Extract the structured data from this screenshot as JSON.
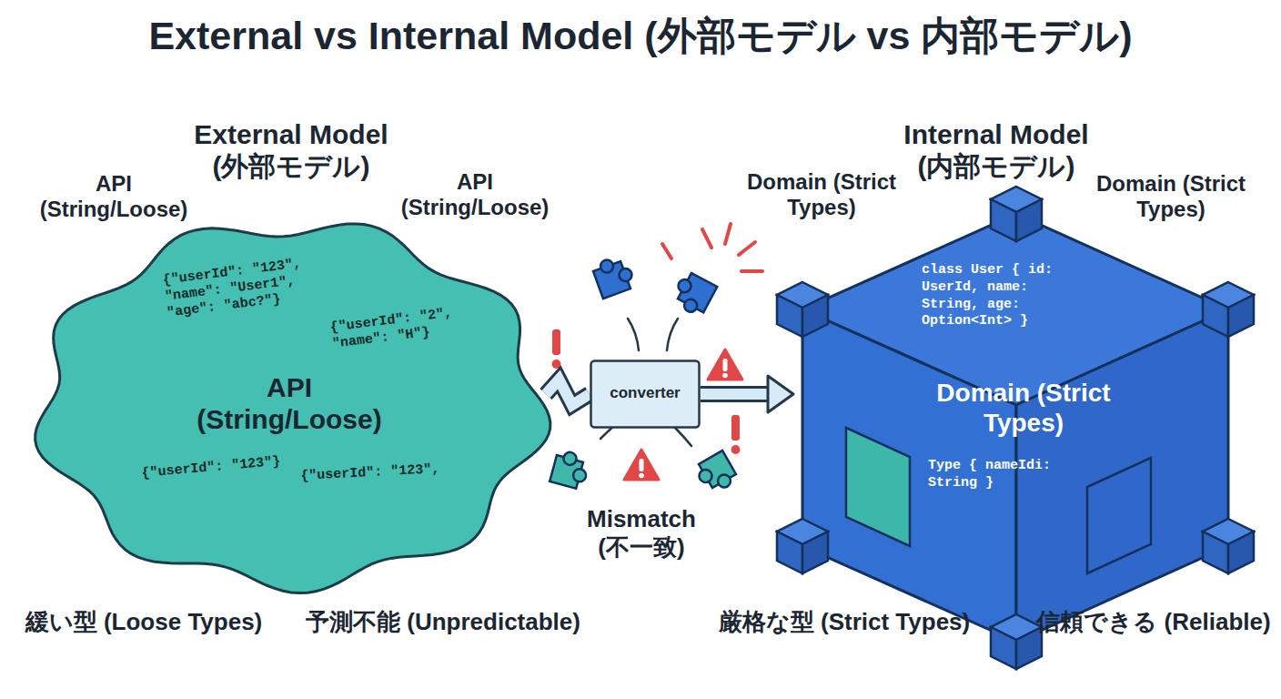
{
  "diagram": {
    "title": "External vs Internal Model (外部モデル vs 内部モデル)",
    "nodes": [
      {
        "text": [
          "External Model (外部モデル)",
          "API (String/Loose)",
          "{\"userId\": \"123\", \"name\": \"User1\", \"age\": \"abc?\"}",
          "{\"userId\": \"2\", \"name\": \"H\"}",
          "{\"userId\": \"123\"}",
          "{\"userId\": \"123\","
        ]
      },
      {
        "text": [
          "converter"
        ]
      },
      {
        "text": [
          "Internal Model (内部モデル)",
          "class User { id: UserId, name: String, age: Option<Int> }",
          "Domain (Strict Types)",
          "Type { nameIdi: String }"
        ]
      }
    ],
    "edges": [
      {
        "from": 0,
        "to": 1,
        "arrow": "none"
      },
      {
        "from": 1,
        "to": 2,
        "arrow": "to"
      }
    ],
    "labels": [
      "API (String/Loose)",
      "API (String/Loose)",
      "緩い型 (Loose Types)",
      "予測不能 (Unpredictable)",
      "Mismatch (不一致)",
      "Domain (Strict Types)",
      "Domain (Strict Types)",
      "厳格な型 (Strict Types)",
      "信頼できる (Reliable)"
    ]
  }
}
